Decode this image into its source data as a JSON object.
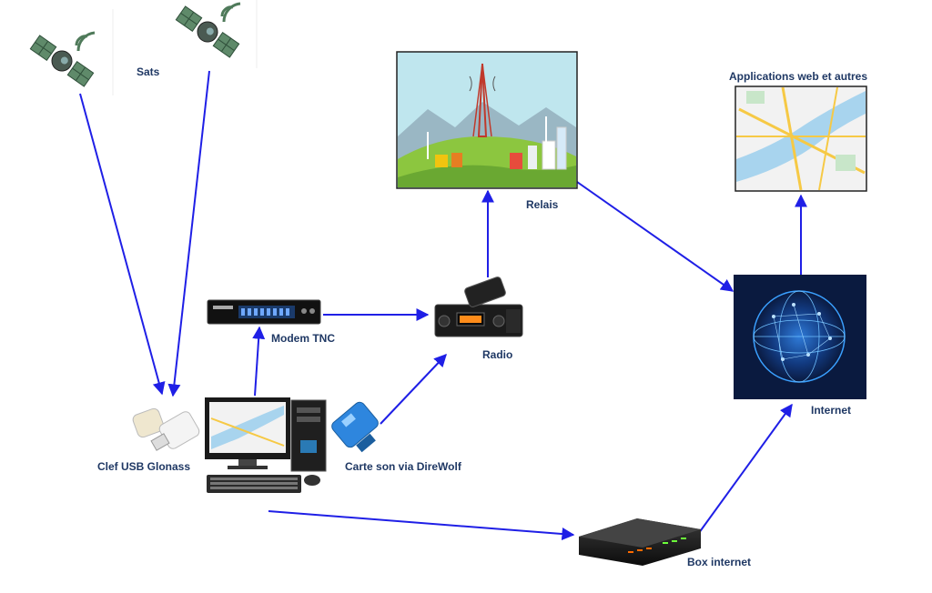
{
  "labels": {
    "sats": "Sats",
    "relais": "Relais",
    "applications": "Applications web et autres",
    "modem": "Modem TNC",
    "radio": "Radio",
    "internet": "Internet",
    "usb_glonass": "Clef USB Glonass",
    "sound_card": "Carte son via DireWolf",
    "box": "Box internet"
  },
  "colors": {
    "arrow": "#1f1fe6",
    "label": "#1f3864",
    "satellite_body": "#5f8a6a",
    "sky": "#bfe6ee",
    "hills": "#8cc63f",
    "globe_bg": "#0a1a3f",
    "globe_glow": "#3aa0ff",
    "map_road": "#f6c945",
    "map_water": "#a8d4ee"
  },
  "icons": {
    "satellite_1": "satellite-icon",
    "satellite_2": "satellite-icon",
    "relay": "relay-landscape-icon",
    "map": "map-icon",
    "modem": "modem-tnc-icon",
    "radio": "radio-transceiver-icon",
    "internet": "internet-globe-icon",
    "usb": "usb-dongle-icon",
    "computer": "desktop-computer-icon",
    "soundcard": "usb-soundcard-icon",
    "box": "internet-box-icon"
  }
}
